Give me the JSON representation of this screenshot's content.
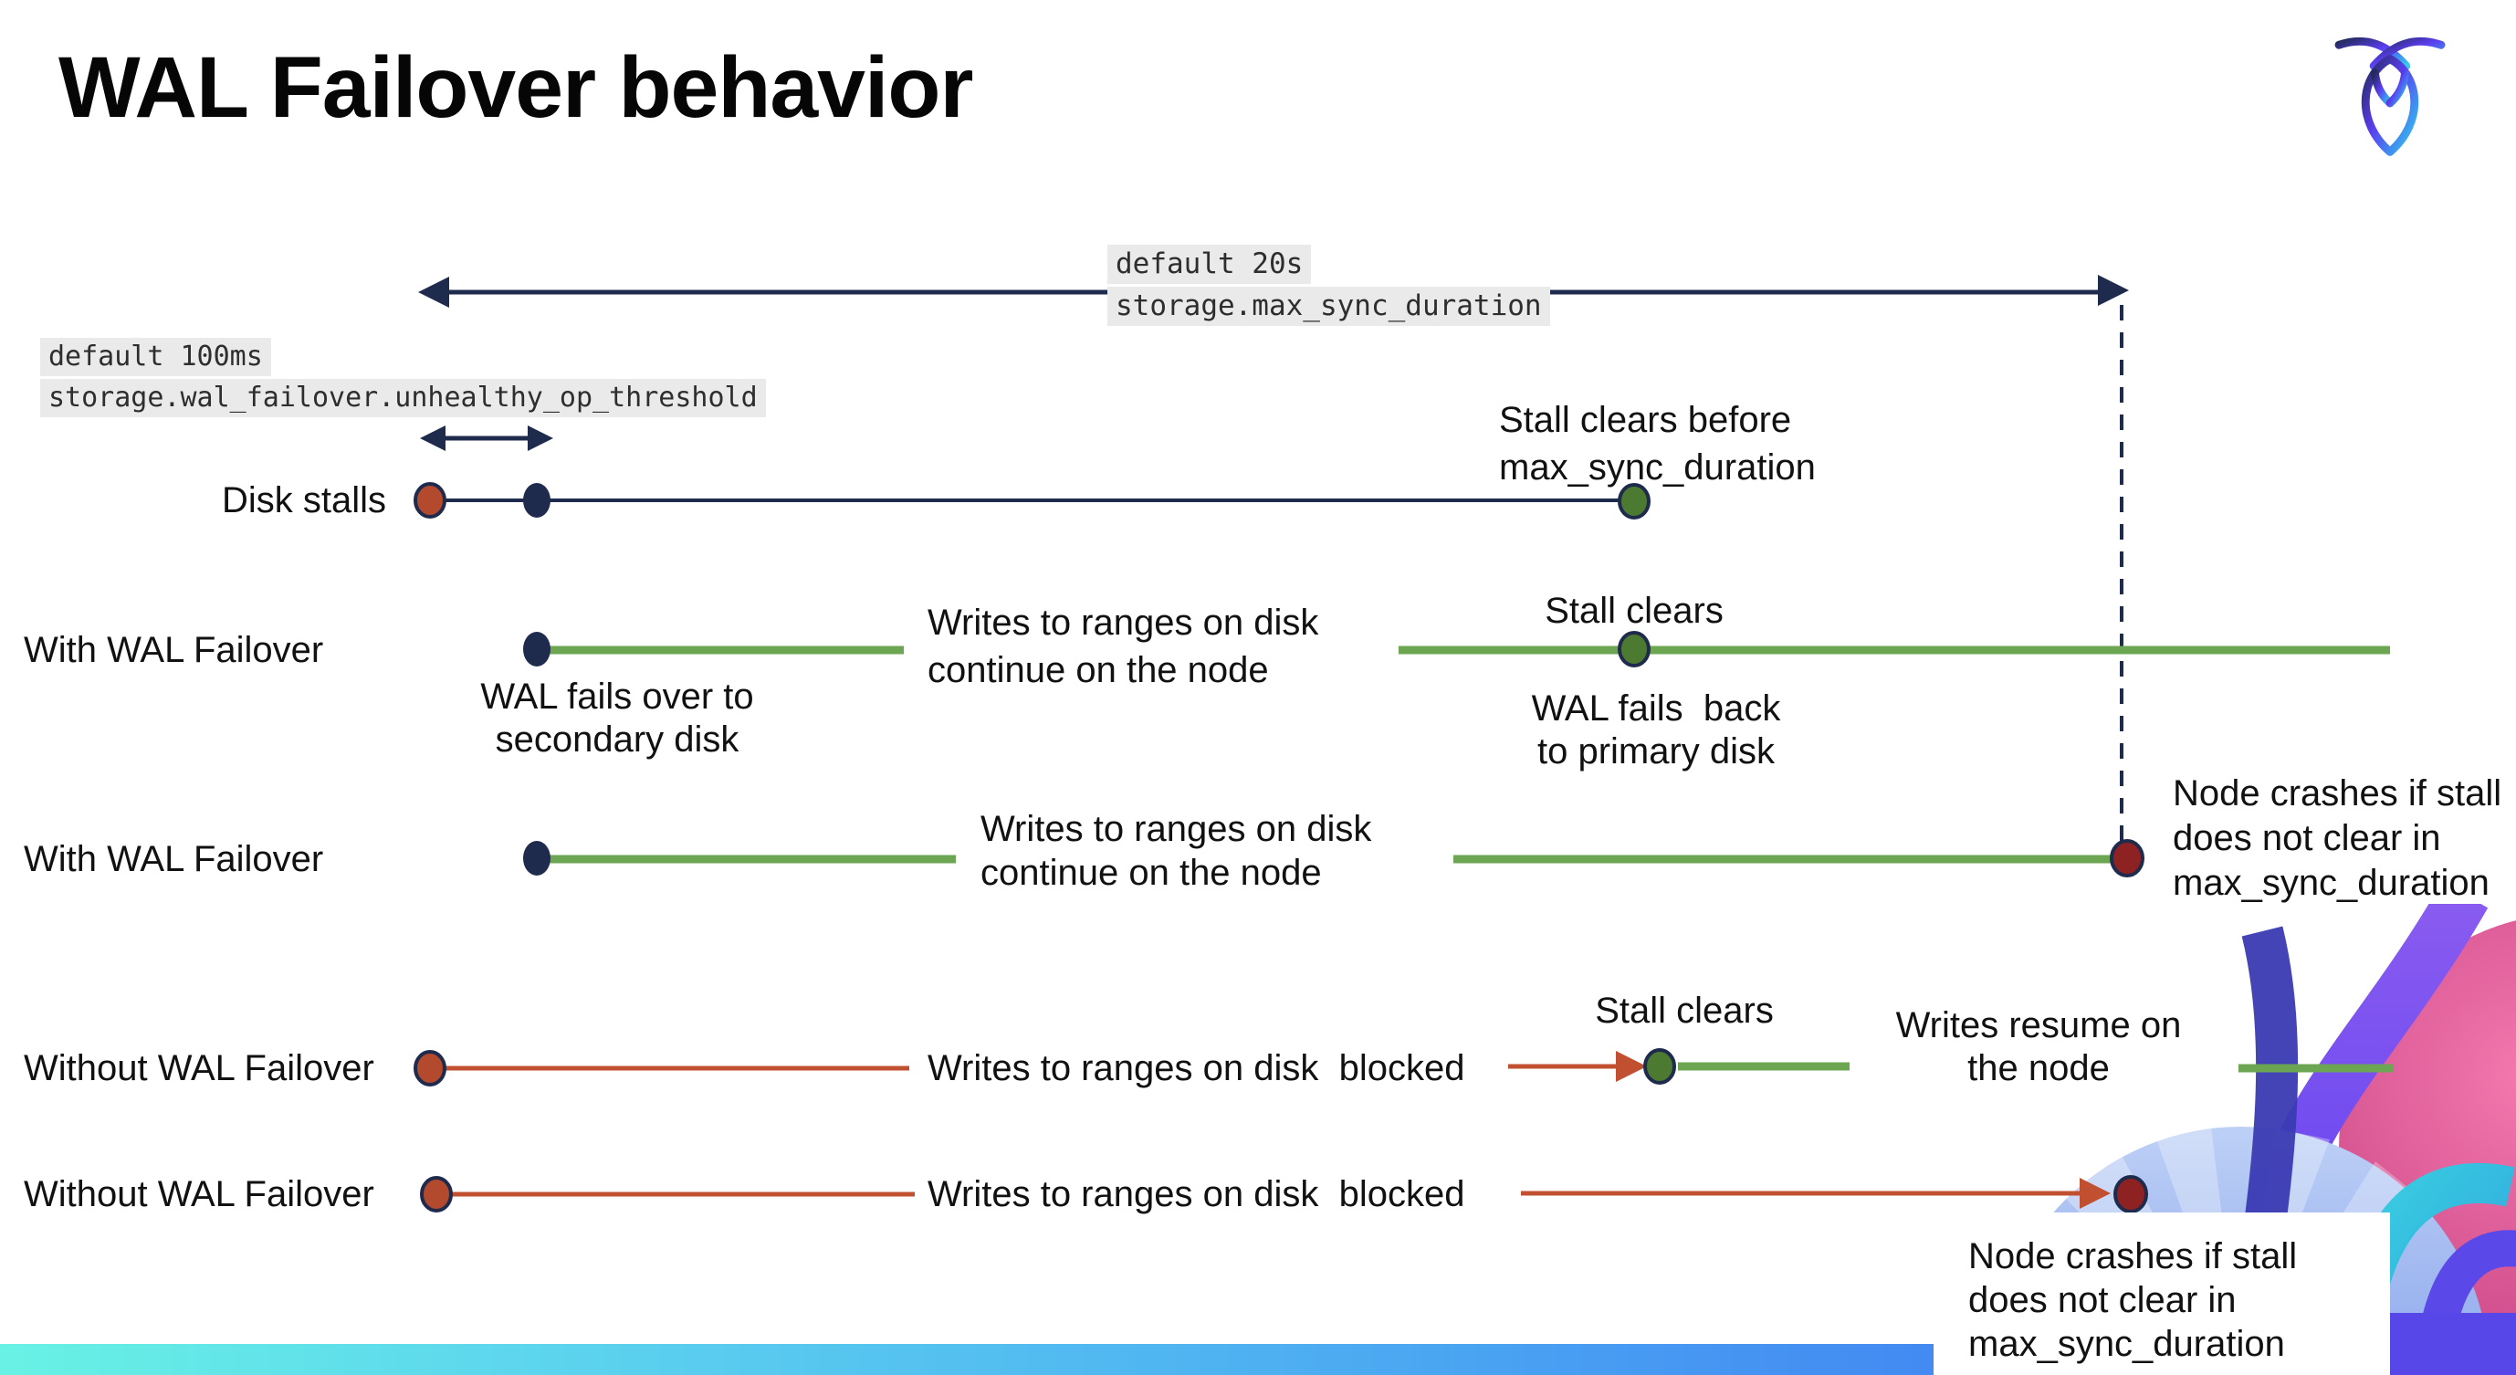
{
  "slide": {
    "title": "WAL Failover behavior"
  },
  "logo": {
    "label": "CockroachDB logo"
  },
  "callouts": {
    "max_sync_duration": {
      "default_line": "default 20s",
      "setting_line": "storage.max_sync_duration"
    },
    "unhealthy_op_threshold": {
      "default_line": "default 100ms",
      "setting_line": "storage.wal_failover.unhealthy_op_threshold"
    }
  },
  "timelines": [
    {
      "label": "Disk stalls",
      "stall_clears": "Stall clears before\nmax_sync_duration"
    },
    {
      "label": "With WAL Failover",
      "failover_note": "WAL fails over to\nsecondary disk",
      "writes_note": "Writes to ranges on disk\ncontinue on the node",
      "stall_clears": "Stall clears",
      "failback_note": "WAL fails  back\nto primary disk"
    },
    {
      "label": "With WAL Failover",
      "writes_note": "Writes to ranges on disk\ncontinue on the node",
      "crash_note": "Node crashes if stall\ndoes not clear in\nmax_sync_duration"
    },
    {
      "label": "Without WAL Failover",
      "writes_note": "Writes to ranges on disk  blocked",
      "stall_clears": "Stall clears",
      "resume_note": "Writes resume on\nthe node"
    },
    {
      "label": "Without WAL Failover",
      "writes_note": "Writes to ranges on disk  blocked",
      "crash_note": "Node crashes if stall\ndoes not clear in\nmax_sync_duration"
    }
  ],
  "colors": {
    "navy": "#1F2B4D",
    "green_line": "#6CA653",
    "green_dot": "#4C7A31",
    "red_line": "#C0502F",
    "red_dot": "#B34A2D",
    "maroon_dot": "#8E2121",
    "callout_bg": "#EAEAEA",
    "bar_gradient_start": "#68F2E4",
    "bar_gradient_end": "#3E6FF0"
  }
}
